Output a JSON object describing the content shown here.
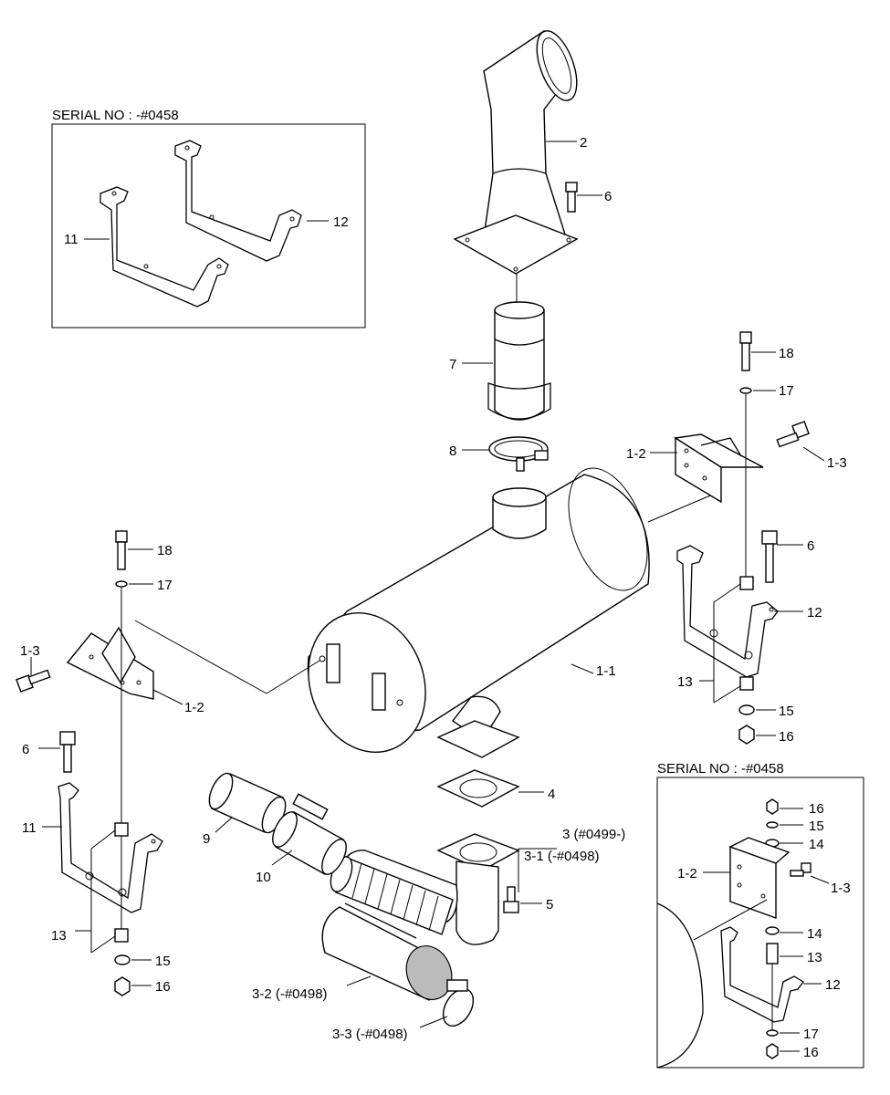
{
  "insets": {
    "top_left_title": "SERIAL NO : -#0458",
    "bottom_right_title": "SERIAL NO : -#0458"
  },
  "labels": {
    "l2": "2",
    "l6a": "6",
    "l7": "7",
    "l8": "8",
    "l12a": "12",
    "l11a": "11",
    "l18r": "18",
    "l17r": "17",
    "l13r": "1-3",
    "l12r": "1-2",
    "l6r": "6",
    "l12b": "12",
    "l13b": "13",
    "l15r": "15",
    "l16r": "16",
    "l18l": "18",
    "l17l": "17",
    "l13l": "1-3",
    "l12l": "1-2",
    "l11": "1-1",
    "l6l": "6",
    "l11l": "11",
    "l13bl": "13",
    "l15l": "15",
    "l16l": "16",
    "l4": "4",
    "l3": "3 (#0499-)",
    "l31": "3-1 (-#0498)",
    "l5": "5",
    "l9": "9",
    "l10": "10",
    "l32": "3-2 (-#0498)",
    "l33": "3-3 (-#0498)",
    "i16a": "16",
    "i15a": "15",
    "i14a": "14",
    "i12": "1-2",
    "i13": "1-3",
    "i14b": "14",
    "i13b": "13",
    "i12b": "12",
    "i17": "17",
    "i16b": "16"
  }
}
